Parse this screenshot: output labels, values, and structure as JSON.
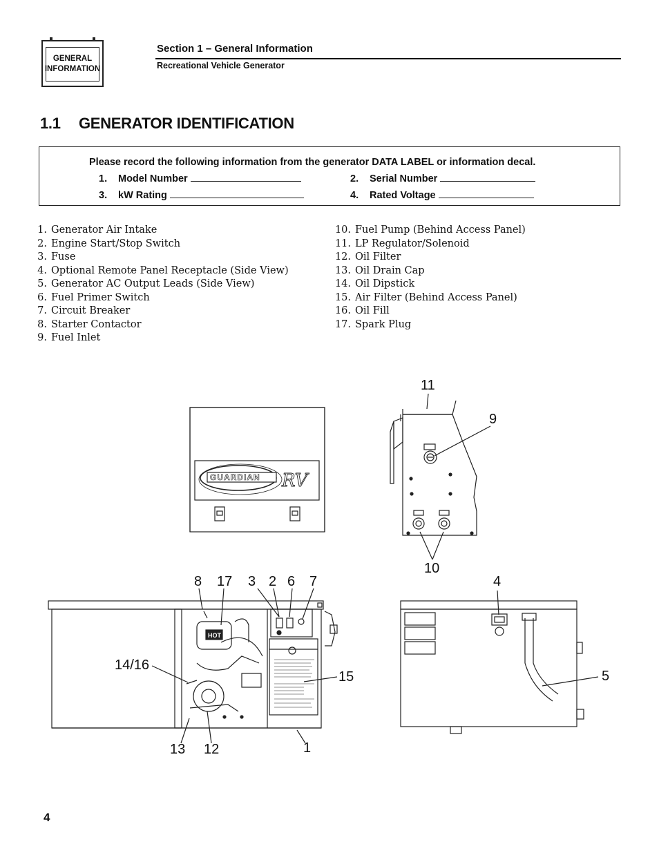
{
  "badge": {
    "line1": "GENERAL",
    "line2": "INFORMATION"
  },
  "header": {
    "section_title": "Section 1 – General Information",
    "subtitle": "Recreational Vehicle Generator"
  },
  "section": {
    "number": "1.1",
    "title": "GENERATOR IDENTIFICATION"
  },
  "record_box": {
    "instruction": "Please record the following information from the generator DATA LABEL or information decal.",
    "fields": [
      {
        "num": "1.",
        "label": "Model Number"
      },
      {
        "num": "2.",
        "label": "Serial Number"
      },
      {
        "num": "3.",
        "label": "kW Rating"
      },
      {
        "num": "4.",
        "label": "Rated Voltage"
      }
    ]
  },
  "parts_left": [
    {
      "num": "1.",
      "name": "Generator Air Intake"
    },
    {
      "num": "2.",
      "name": "Engine Start/Stop Switch"
    },
    {
      "num": "3.",
      "name": "Fuse"
    },
    {
      "num": "4.",
      "name": "Optional Remote Panel Receptacle (Side View)"
    },
    {
      "num": "5.",
      "name": "Generator AC Output Leads (Side View)"
    },
    {
      "num": "6.",
      "name": "Fuel Primer Switch"
    },
    {
      "num": "7.",
      "name": "Circuit Breaker"
    },
    {
      "num": "8.",
      "name": "Starter Contactor"
    },
    {
      "num": "9.",
      "name": "Fuel Inlet"
    }
  ],
  "parts_right": [
    {
      "num": "10.",
      "name": "Fuel Pump (Behind Access Panel)"
    },
    {
      "num": "11.",
      "name": "LP Regulator/Solenoid"
    },
    {
      "num": "12.",
      "name": "Oil Filter"
    },
    {
      "num": "13.",
      "name": "Oil Drain Cap"
    },
    {
      "num": "14.",
      "name": "Oil Dipstick"
    },
    {
      "num": "15.",
      "name": "Air Filter (Behind Access Panel)"
    },
    {
      "num": "16.",
      "name": "Oil Fill"
    },
    {
      "num": "17.",
      "name": "Spark Plug"
    }
  ],
  "callouts": {
    "c11": "11",
    "c9": "9",
    "c10": "10",
    "c4": "4",
    "c5": "5",
    "c8": "8",
    "c17": "17",
    "c3": "3",
    "c2": "2",
    "c6": "6",
    "c7": "7",
    "c1416": "14/16",
    "c15": "15",
    "c13": "13",
    "c12": "12",
    "c1": "1"
  },
  "drawing_text": {
    "brand": "GUARDIAN",
    "brand_script": "RV",
    "hot": "HOT"
  },
  "page_number": "4"
}
